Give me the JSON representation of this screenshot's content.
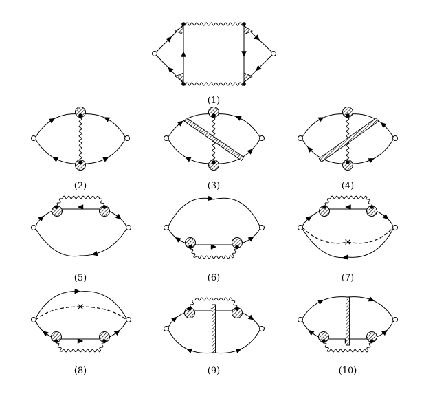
{
  "figure": {
    "panels": [
      {
        "id": "d1",
        "label": "(1)"
      },
      {
        "id": "d2",
        "label": "(2)"
      },
      {
        "id": "d3",
        "label": "(3)"
      },
      {
        "id": "d4",
        "label": "(4)"
      },
      {
        "id": "d5",
        "label": "(5)"
      },
      {
        "id": "d6",
        "label": "(6)"
      },
      {
        "id": "d7",
        "label": "(7)"
      },
      {
        "id": "d8",
        "label": "(8)"
      },
      {
        "id": "d9",
        "label": "(9)"
      },
      {
        "id": "d10",
        "label": "(10)"
      }
    ]
  }
}
